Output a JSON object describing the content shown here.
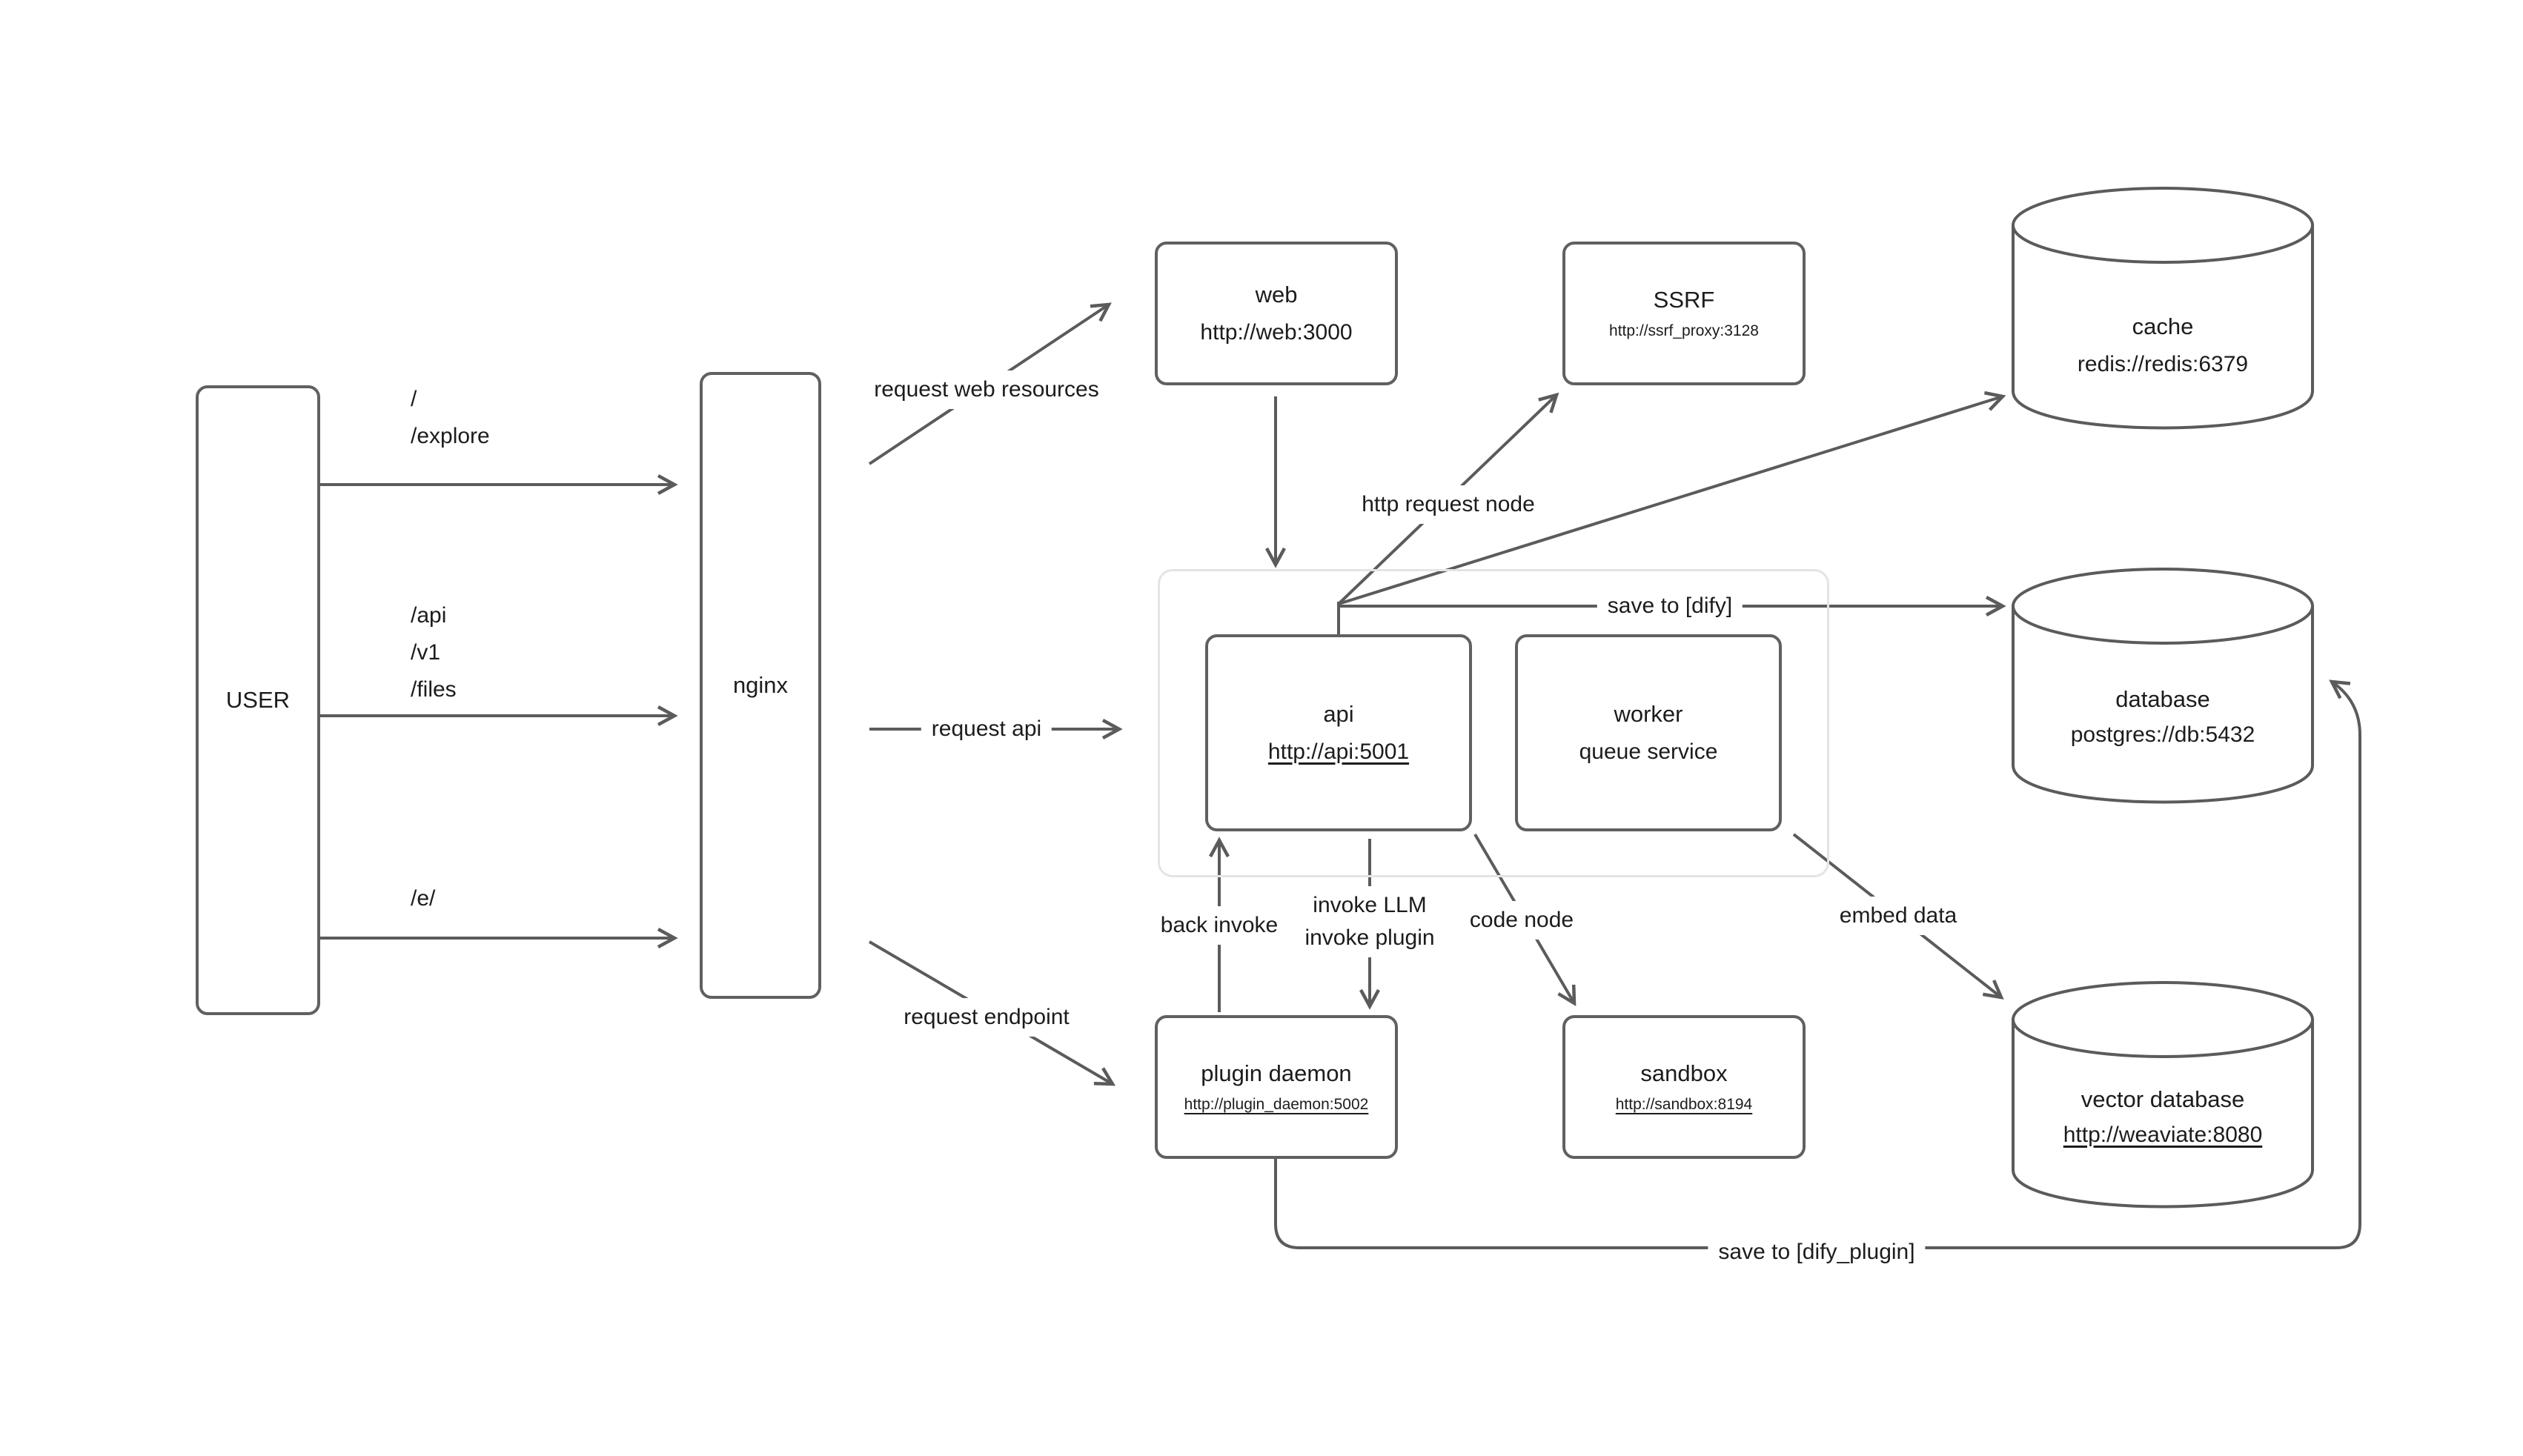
{
  "colors": {
    "line": "#5b5b5b",
    "box_border": "#606060",
    "group_border": "#e4e4e4",
    "text": "#1c1c1c",
    "background": "#ffffff"
  },
  "nodes": {
    "user": {
      "label": "USER"
    },
    "nginx": {
      "label": "nginx"
    },
    "web": {
      "title": "web",
      "url": "http://web:3000"
    },
    "ssrf": {
      "title": "SSRF",
      "url": "http://ssrf_proxy:3128"
    },
    "api": {
      "title": "api",
      "url": "http://api:5001"
    },
    "worker": {
      "title": "worker",
      "subtitle": "queue service"
    },
    "plugin_daemon": {
      "title": "plugin daemon",
      "url": "http://plugin_daemon:5002"
    },
    "sandbox": {
      "title": "sandbox",
      "url": "http://sandbox:8194"
    },
    "cache": {
      "title": "cache",
      "url": "redis://redis:6379"
    },
    "database": {
      "title": "database",
      "url": "postgres://db:5432"
    },
    "vector_database": {
      "title": "vector database",
      "url": "http://weaviate:8080"
    }
  },
  "edge_labels": {
    "user_web_paths": "/\n/explore",
    "user_api_paths": "/api\n/v1\n/files",
    "user_e_path": "/e/",
    "request_web_resources": "request web resources",
    "request_api": "request api",
    "request_endpoint": "request endpoint",
    "http_request_node": "http request node",
    "save_to_dify": "save to [dify]",
    "back_invoke": "back invoke",
    "invoke_llm_plugin": "invoke LLM\ninvoke plugin",
    "code_node": "code node",
    "embed_data": "embed data",
    "save_to_dify_plugin": "save to [dify_plugin]"
  }
}
